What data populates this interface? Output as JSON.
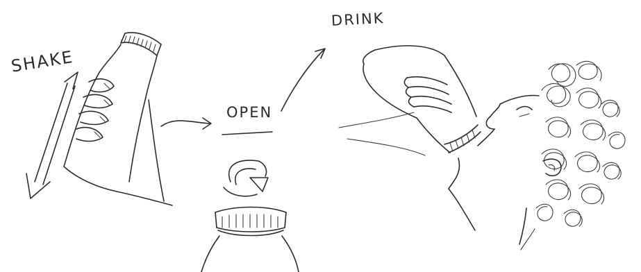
{
  "steps": [
    {
      "id": "shake",
      "label": "SHAKE"
    },
    {
      "id": "open",
      "label": "OPEN"
    },
    {
      "id": "drink",
      "label": "DRINK"
    }
  ],
  "ink_color": "#2b2b2b"
}
